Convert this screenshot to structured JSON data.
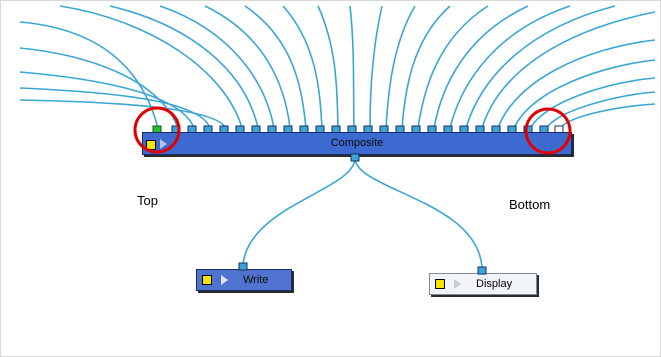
{
  "labels": {
    "top": "Top",
    "bottom": "Bottom"
  },
  "nodes": {
    "composite": {
      "title": "Composite"
    },
    "write": {
      "title": "Write"
    },
    "display": {
      "title": "Display"
    }
  },
  "icons": {
    "enable_toggle": "yellow-square-enable-icon",
    "play": "play-triangle-icon",
    "highlight": "red-circle-highlight"
  },
  "colors": {
    "connection": "#3aa6d6",
    "composite_fill": "#3d6ad0",
    "write_fill": "#4f73cf",
    "display_fill": "#f2f5f8",
    "highlight": "#e00000",
    "active_port": "#1fbf2a"
  }
}
